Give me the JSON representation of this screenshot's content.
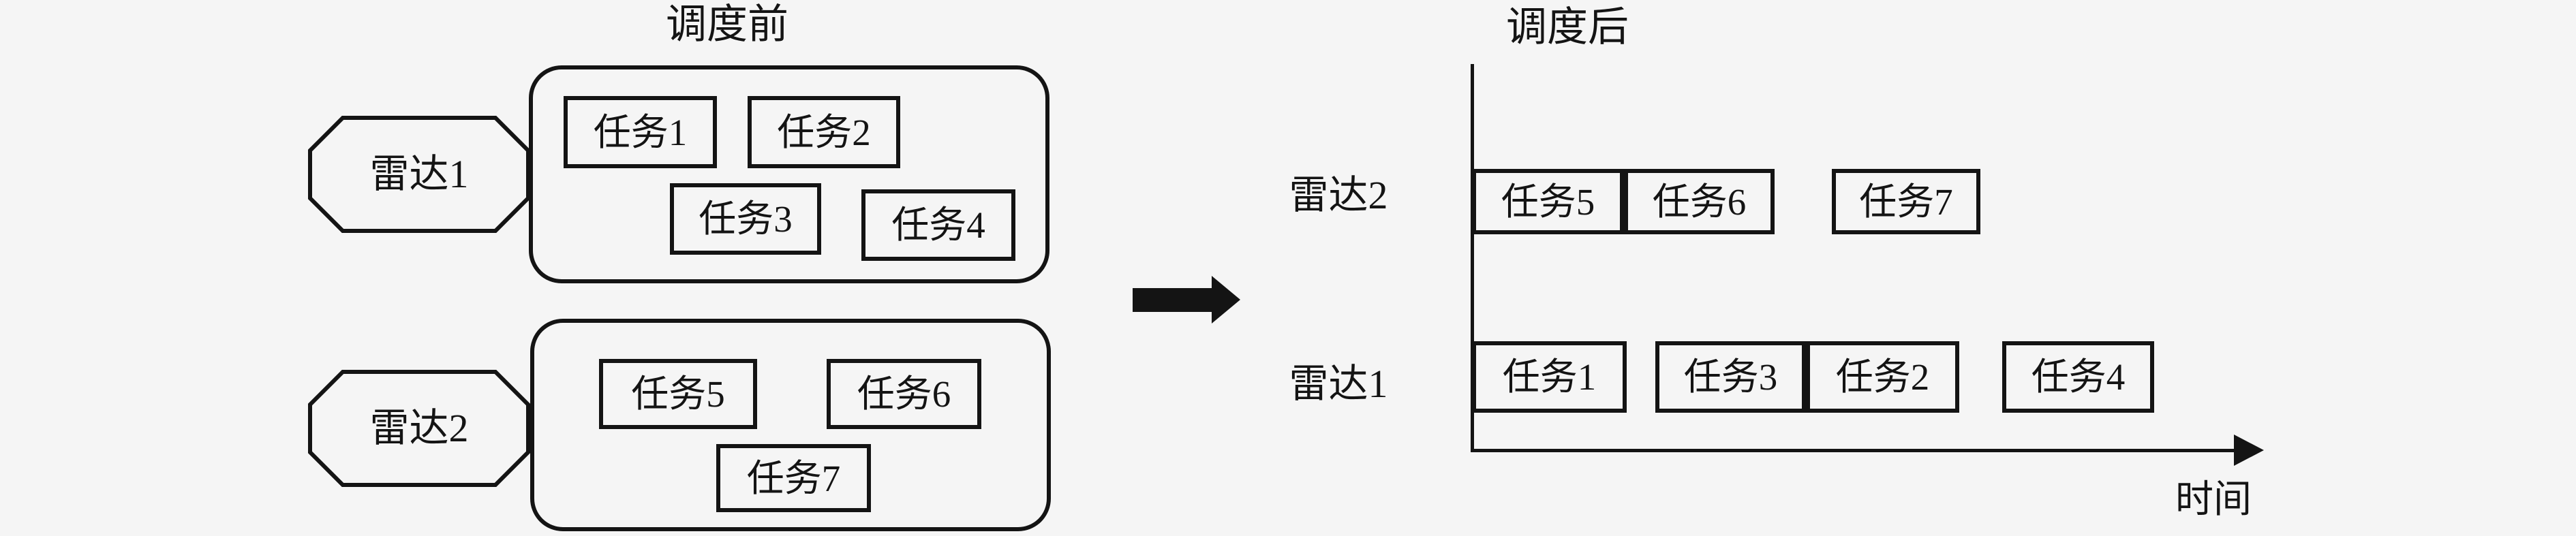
{
  "colors": {
    "ink": "#141414",
    "background": "#f5f5f5"
  },
  "before": {
    "title": "调度前",
    "groups": [
      {
        "radar": "雷达1",
        "tasks": [
          "任务1",
          "任务2",
          "任务3",
          "任务4"
        ]
      },
      {
        "radar": "雷达2",
        "tasks": [
          "任务5",
          "任务6",
          "任务7"
        ]
      }
    ]
  },
  "after": {
    "title": "调度后",
    "time_label": "时间",
    "rows": [
      {
        "radar": "雷达2",
        "tasks": [
          "任务5",
          "任务6",
          "任务7"
        ]
      },
      {
        "radar": "雷达1",
        "tasks": [
          "任务1",
          "任务3",
          "任务2",
          "任务4"
        ]
      }
    ]
  },
  "chart_data": {
    "type": "gantt",
    "title": "调度后",
    "xlabel": "时间",
    "rows": [
      {
        "label": "雷达2",
        "bars": [
          {
            "name": "任务5",
            "start": 0.0,
            "end": 1.0
          },
          {
            "name": "任务6",
            "start": 1.0,
            "end": 2.0
          },
          {
            "name": "任务7",
            "start": 2.4,
            "end": 3.4
          }
        ]
      },
      {
        "label": "雷达1",
        "bars": [
          {
            "name": "任务1",
            "start": 0.0,
            "end": 1.0
          },
          {
            "name": "任务3",
            "start": 1.2,
            "end": 2.2
          },
          {
            "name": "任务2",
            "start": 2.2,
            "end": 3.2
          },
          {
            "name": "任务4",
            "start": 3.5,
            "end": 4.5
          }
        ]
      }
    ]
  }
}
